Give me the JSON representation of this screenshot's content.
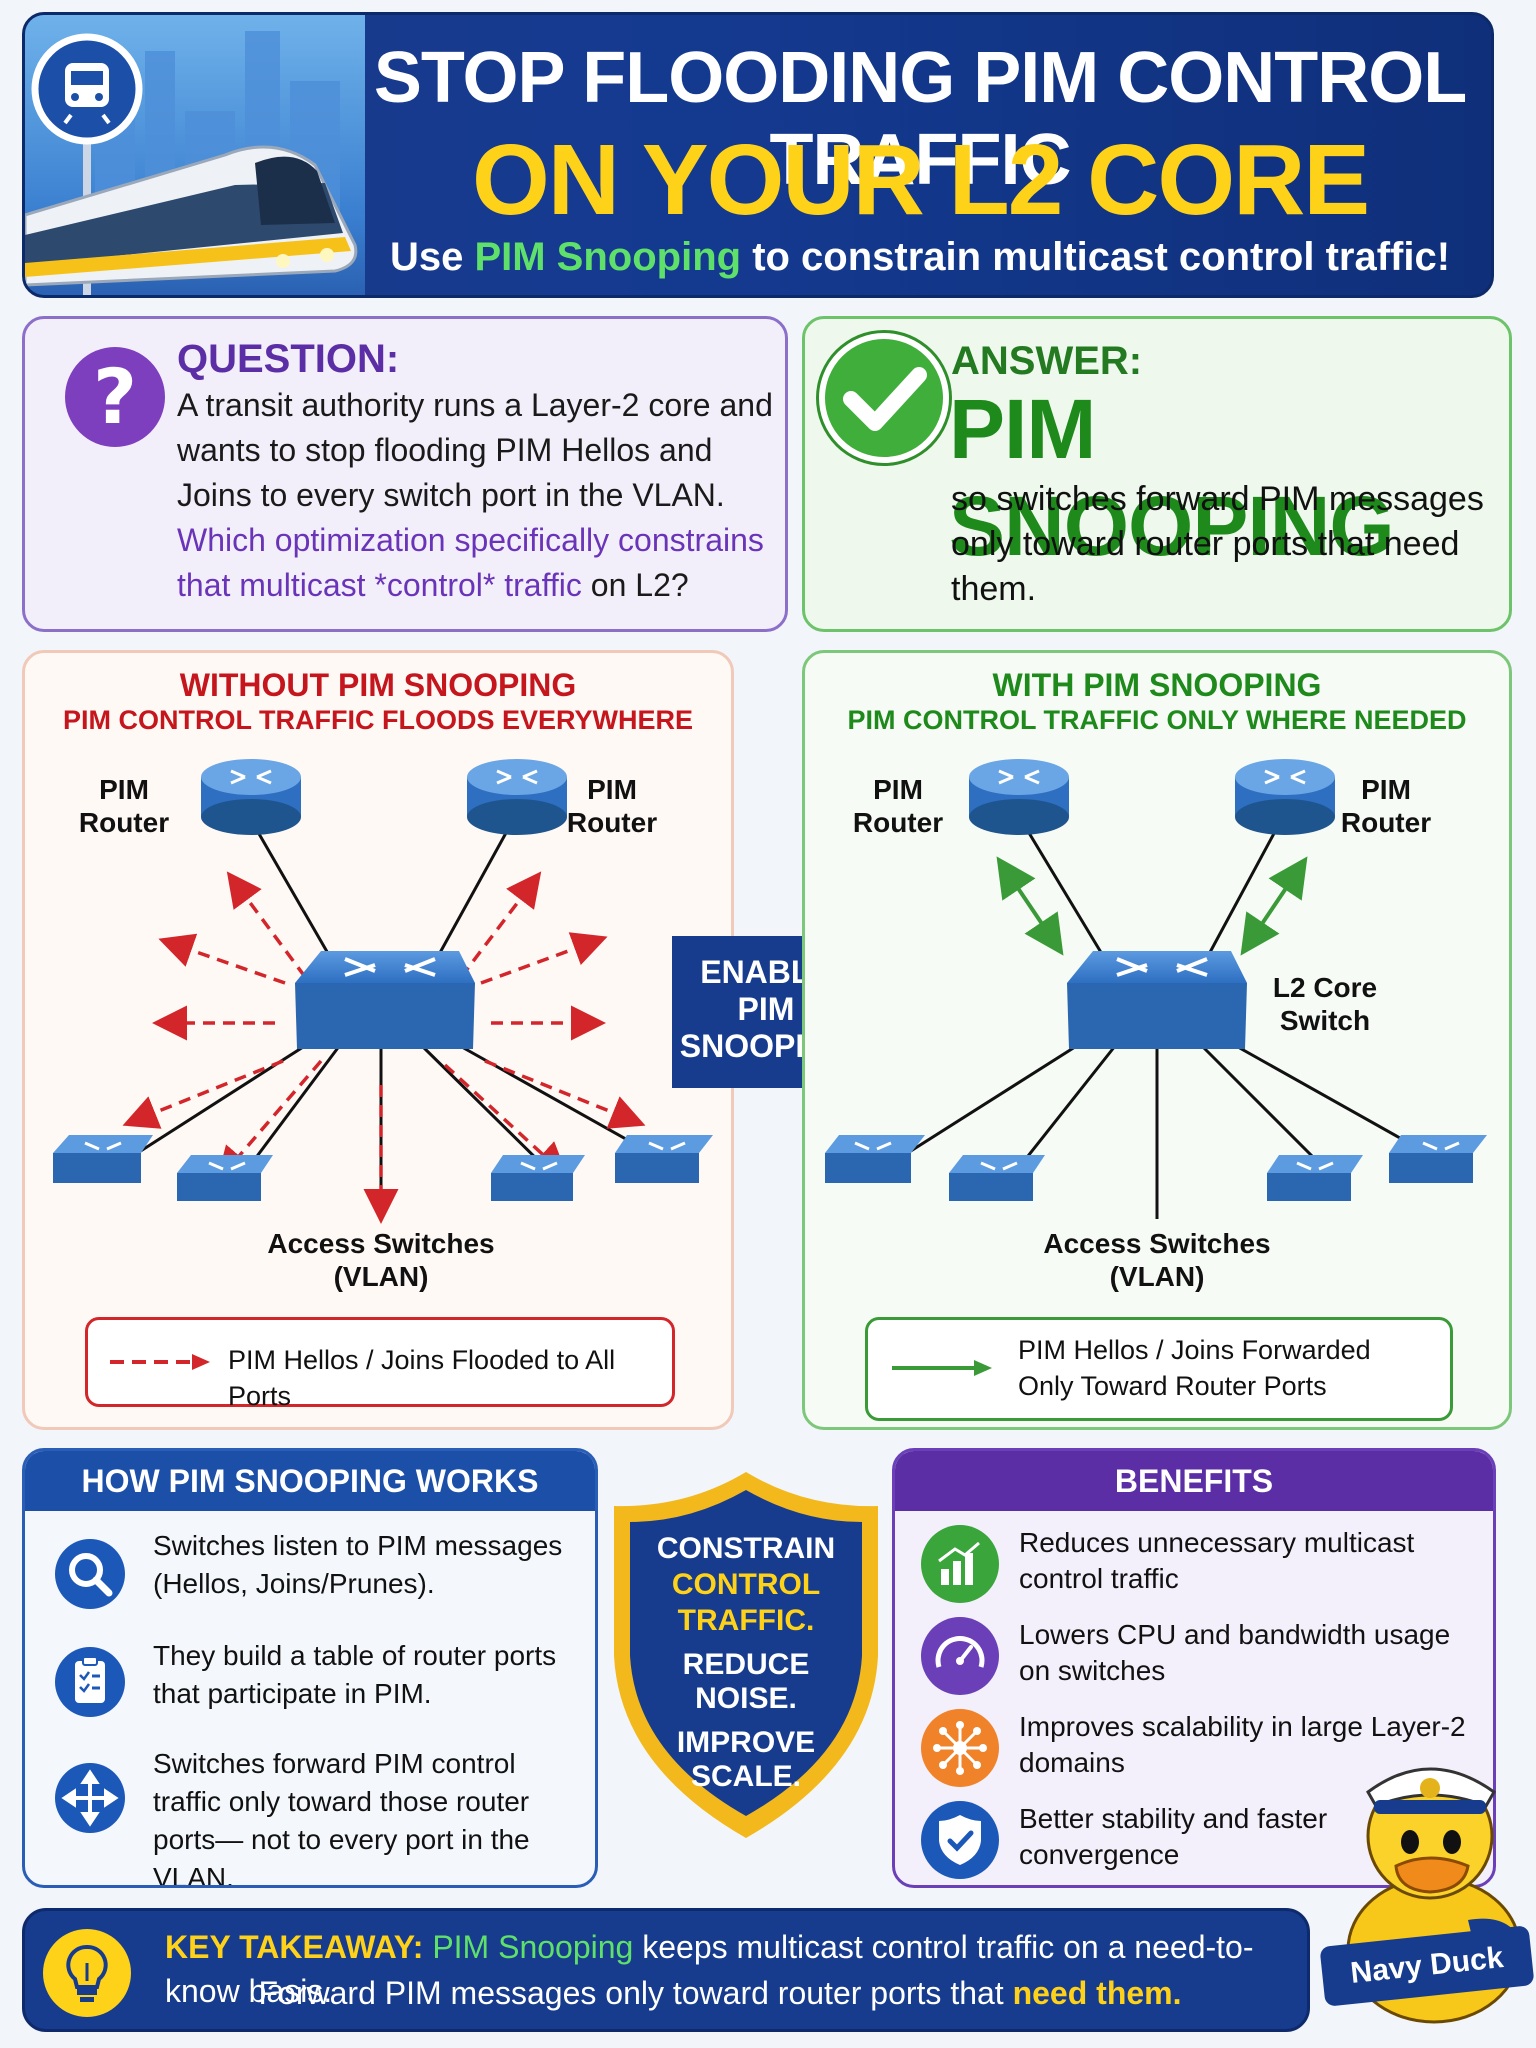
{
  "header": {
    "title_line1": "STOP FLOODING PIM CONTROL TRAFFIC",
    "title_line2": "ON YOUR L2 CORE",
    "subtitle_pre": "Use ",
    "subtitle_highlight": "PIM Snooping",
    "subtitle_post": " to constrain multicast control traffic!",
    "icon": "train-icon"
  },
  "question": {
    "label": "QUESTION:",
    "text_plain": "A transit authority runs a Layer-2 core and wants to stop flooding PIM Hellos and Joins to every switch port in the VLAN.",
    "text_highlight": "Which optimization specifically constrains that multicast *control* traffic",
    "text_end": " on L2?",
    "icon": "question-icon"
  },
  "answer": {
    "label": "ANSWER:",
    "headline": "PIM SNOOPING",
    "text": "so switches forward PIM messages only toward router ports that need them.",
    "icon": "checkmark-icon"
  },
  "without": {
    "title": "WITHOUT PIM SNOOPING",
    "subtitle": "PIM CONTROL TRAFFIC FLOODS EVERYWHERE",
    "router_label_line1": "PIM",
    "router_label_line2": "Router",
    "access_label_line1": "Access Switches",
    "access_label_line2": "(VLAN)",
    "legend": "PIM Hellos / Joins Flooded to All Ports",
    "legend_color": "#d2262b"
  },
  "with": {
    "title": "WITH PIM SNOOPING",
    "subtitle": "PIM CONTROL TRAFFIC ONLY WHERE NEEDED",
    "router_label_line1": "PIM",
    "router_label_line2": "Router",
    "core_label_line1": "L2 Core",
    "core_label_line2": "Switch",
    "access_label_line1": "Access Switches",
    "access_label_line2": "(VLAN)",
    "legend_line1": "PIM Hellos / Joins Forwarded",
    "legend_line2": "Only Toward Router Ports",
    "legend_color": "#3a9a37"
  },
  "enable_arrow": {
    "line1": "ENABLE",
    "line2": "PIM",
    "line3": "SNOOPING"
  },
  "how": {
    "title": "HOW PIM SNOOPING WORKS",
    "steps": [
      {
        "icon": "magnifier-icon",
        "text": "Switches listen to PIM messages (Hellos, Joins/Prunes)."
      },
      {
        "icon": "clipboard-icon",
        "text": "They build a table of router ports that participate in PIM."
      },
      {
        "icon": "move-arrows-icon",
        "text": "Switches forward PIM control traffic only toward those router ports— not to every port in the VLAN."
      }
    ]
  },
  "shield": {
    "line1": "CONSTRAIN",
    "line2": "CONTROL",
    "line3": "TRAFFIC.",
    "line4": "REDUCE",
    "line5": "NOISE.",
    "line6": "IMPROVE",
    "line7": "SCALE."
  },
  "benefits": {
    "title": "BENEFITS",
    "items": [
      {
        "icon": "bar-chart-icon",
        "color": "#3aa53a",
        "text": "Reduces unnecessary multicast control traffic"
      },
      {
        "icon": "gauge-icon",
        "color": "#6a3fb8",
        "text": "Lowers CPU and bandwidth usage on switches"
      },
      {
        "icon": "network-hub-icon",
        "color": "#f0822a",
        "text": "Improves scalability in large Layer-2 domains"
      },
      {
        "icon": "shield-check-icon",
        "color": "#1c58b8",
        "text": "Better stability and faster convergence"
      }
    ]
  },
  "takeaway": {
    "label": "KEY TAKEAWAY:",
    "highlight": "PIM Snooping",
    "line1_rest": " keeps multicast control traffic on a need-to-know basis.",
    "line2_pre": "Forward PIM messages only toward router ports that ",
    "line2_highlight": "need them.",
    "icon": "lightbulb-icon"
  },
  "mascot": {
    "label": "Navy Duck"
  }
}
